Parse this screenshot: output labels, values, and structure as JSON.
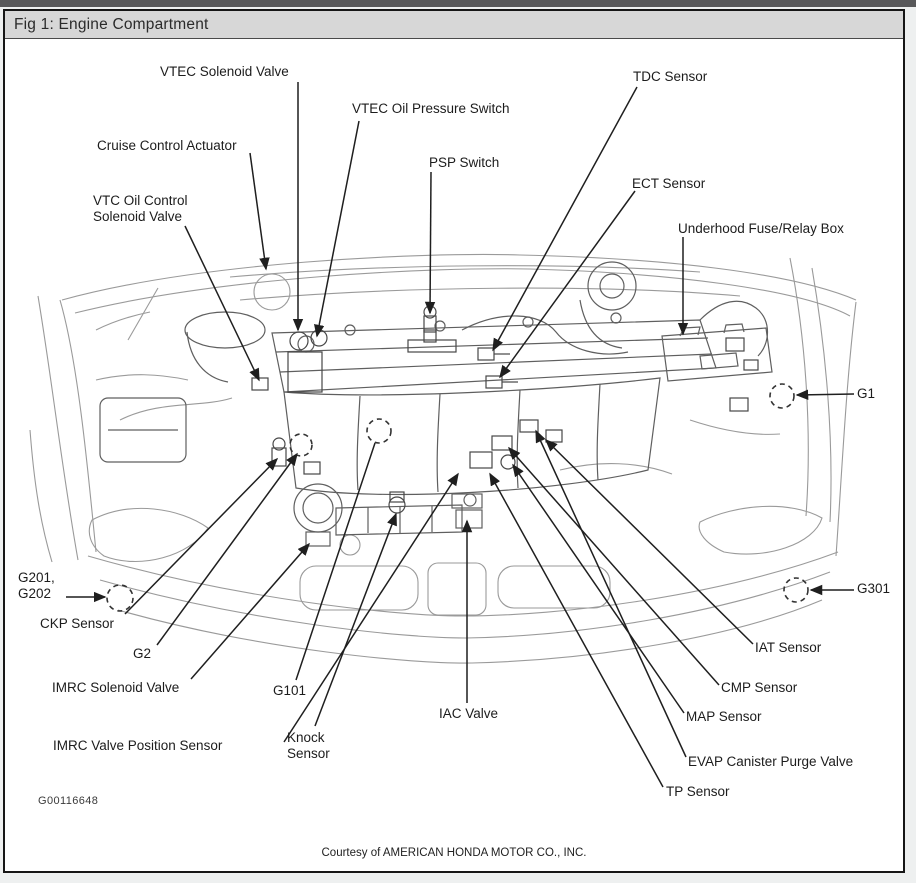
{
  "window": {
    "title": "Fig 1: Engine Compartment"
  },
  "figure": {
    "id_code": "G00116648",
    "credit": "Courtesy of AMERICAN HONDA MOTOR CO., INC."
  },
  "diagram_colors": {
    "titlebar_bg": "#d7d7d7",
    "window_strip": "#58585a",
    "line_faint": "#9a9a9a",
    "line_medium": "#5f5f5f",
    "line_dark": "#1f1f1f"
  },
  "callouts": [
    {
      "id": "vtec-solenoid-valve",
      "text": "VTEC Solenoid Valve"
    },
    {
      "id": "vtec-oil-pressure-switch",
      "text": "VTEC Oil Pressure Switch"
    },
    {
      "id": "tdc-sensor",
      "text": "TDC Sensor"
    },
    {
      "id": "cruise-control-actuator",
      "text": "Cruise Control Actuator"
    },
    {
      "id": "psp-switch",
      "text": "PSP Switch"
    },
    {
      "id": "ect-sensor",
      "text": "ECT Sensor"
    },
    {
      "id": "vtc-oil-control-solenoid-valve",
      "text": "VTC Oil Control\nSolenoid Valve"
    },
    {
      "id": "underhood-fuse-relay-box",
      "text": "Underhood Fuse/Relay Box"
    },
    {
      "id": "g1",
      "text": "G1"
    },
    {
      "id": "g201-g202",
      "text": "G201,\nG202"
    },
    {
      "id": "ckp-sensor",
      "text": "CKP Sensor"
    },
    {
      "id": "g2",
      "text": "G2"
    },
    {
      "id": "imrc-solenoid-valve",
      "text": "IMRC Solenoid Valve"
    },
    {
      "id": "g101",
      "text": "G101"
    },
    {
      "id": "imrc-valve-position-sensor",
      "text": "IMRC Valve Position Sensor"
    },
    {
      "id": "knock-sensor",
      "text": "Knock\nSensor"
    },
    {
      "id": "iac-valve",
      "text": "IAC Valve"
    },
    {
      "id": "iat-sensor",
      "text": "IAT Sensor"
    },
    {
      "id": "cmp-sensor",
      "text": "CMP Sensor"
    },
    {
      "id": "map-sensor",
      "text": "MAP Sensor"
    },
    {
      "id": "evap-canister-purge-valve",
      "text": "EVAP Canister Purge Valve"
    },
    {
      "id": "tp-sensor",
      "text": "TP Sensor"
    },
    {
      "id": "g301",
      "text": "G301"
    }
  ]
}
